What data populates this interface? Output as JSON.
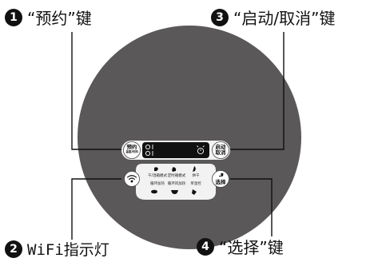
{
  "callouts": {
    "preset": {
      "number": "1",
      "label": "“预约”键"
    },
    "wifi": {
      "number": "2",
      "label": "WiFi指示灯"
    },
    "start_cancel": {
      "number": "3",
      "label": "“启动/取消”键"
    },
    "select": {
      "number": "4",
      "label": "“选择”键"
    }
  },
  "panel": {
    "preset_button": {
      "line1": "预约",
      "line2": "温度/时间"
    },
    "start_button": {
      "line1": "启动",
      "line2": "取消"
    },
    "select_button": {
      "label": "选择"
    },
    "display_icons": [
      "clock-icon",
      "alarm-icon"
    ],
    "program_labels": [
      "干/湿箱模式",
      "定时箱模式",
      "烘干",
      "循环加热",
      "循环风加热",
      "单温控"
    ]
  },
  "colors": {
    "disc": "#5a5858",
    "panel": "#f2f2f2",
    "display": "#111111"
  }
}
